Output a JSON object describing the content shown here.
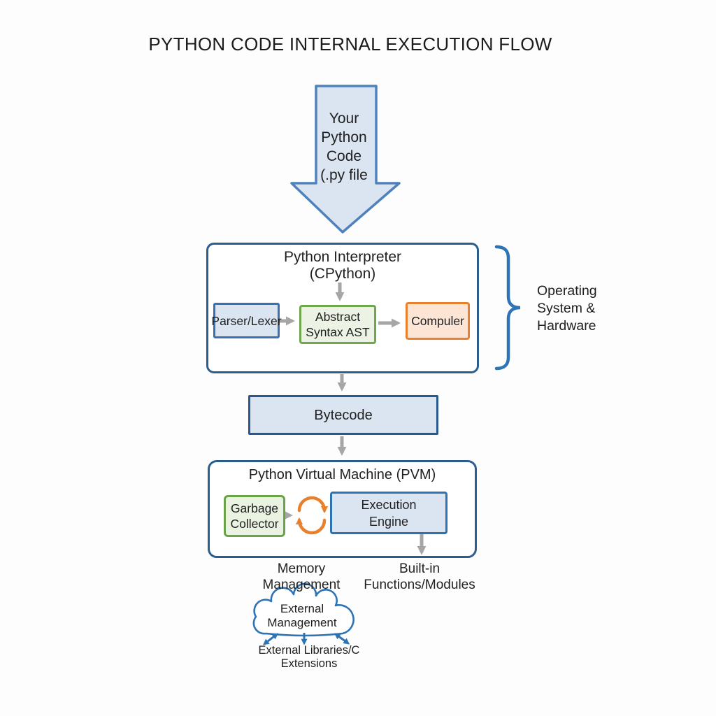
{
  "title": "PYTHON CODE INTERNAL EXECUTION FLOW",
  "source_arrow": {
    "lines": [
      "Your",
      "Python",
      "Code",
      "(.py file"
    ]
  },
  "interpreter": {
    "title": "Python Interpreter",
    "subtitle": "(CPython)",
    "parser_label": "Parser/Lexer",
    "ast_lines": [
      "Abstract",
      "Syntax AST"
    ],
    "compiler_label": "Compuler"
  },
  "os_label": {
    "lines": [
      "Operating",
      "System &",
      "Hardware"
    ]
  },
  "bytecode_label": "Bytecode",
  "pvm": {
    "title": "Python Virtual Machine (PVM)",
    "gc_lines": [
      "Garbage",
      "Collector"
    ],
    "engine_lines": [
      "Execution",
      "Engine"
    ]
  },
  "captions": {
    "memory_lines": [
      "Memory",
      "Management"
    ],
    "builtin_lines": [
      "Built-in",
      "Functions/Modules"
    ]
  },
  "cloud": {
    "lines": [
      "External",
      "Management"
    ]
  },
  "external_label": "External Libraries/C Extensions",
  "icons": {
    "big_down_arrow": "down-arrow-icon",
    "cycle": "refresh-cycle-icon",
    "brace": "right-curly-brace-icon",
    "cloud": "cloud-icon"
  },
  "colors": {
    "box_blue_fill": "#dbe5f1",
    "box_blue_border": "#2e74b5",
    "container_border": "#2c5d8f",
    "big_arrow_border": "#4f81bd",
    "green_fill": "#ecf3e4",
    "green_border": "#6fa84c",
    "orange_fill": "#fce5d4",
    "orange_border": "#e8802e",
    "connector_gray": "#a6a6a6",
    "accent_blue": "#2e74b5",
    "text": "#1f1f1f"
  }
}
